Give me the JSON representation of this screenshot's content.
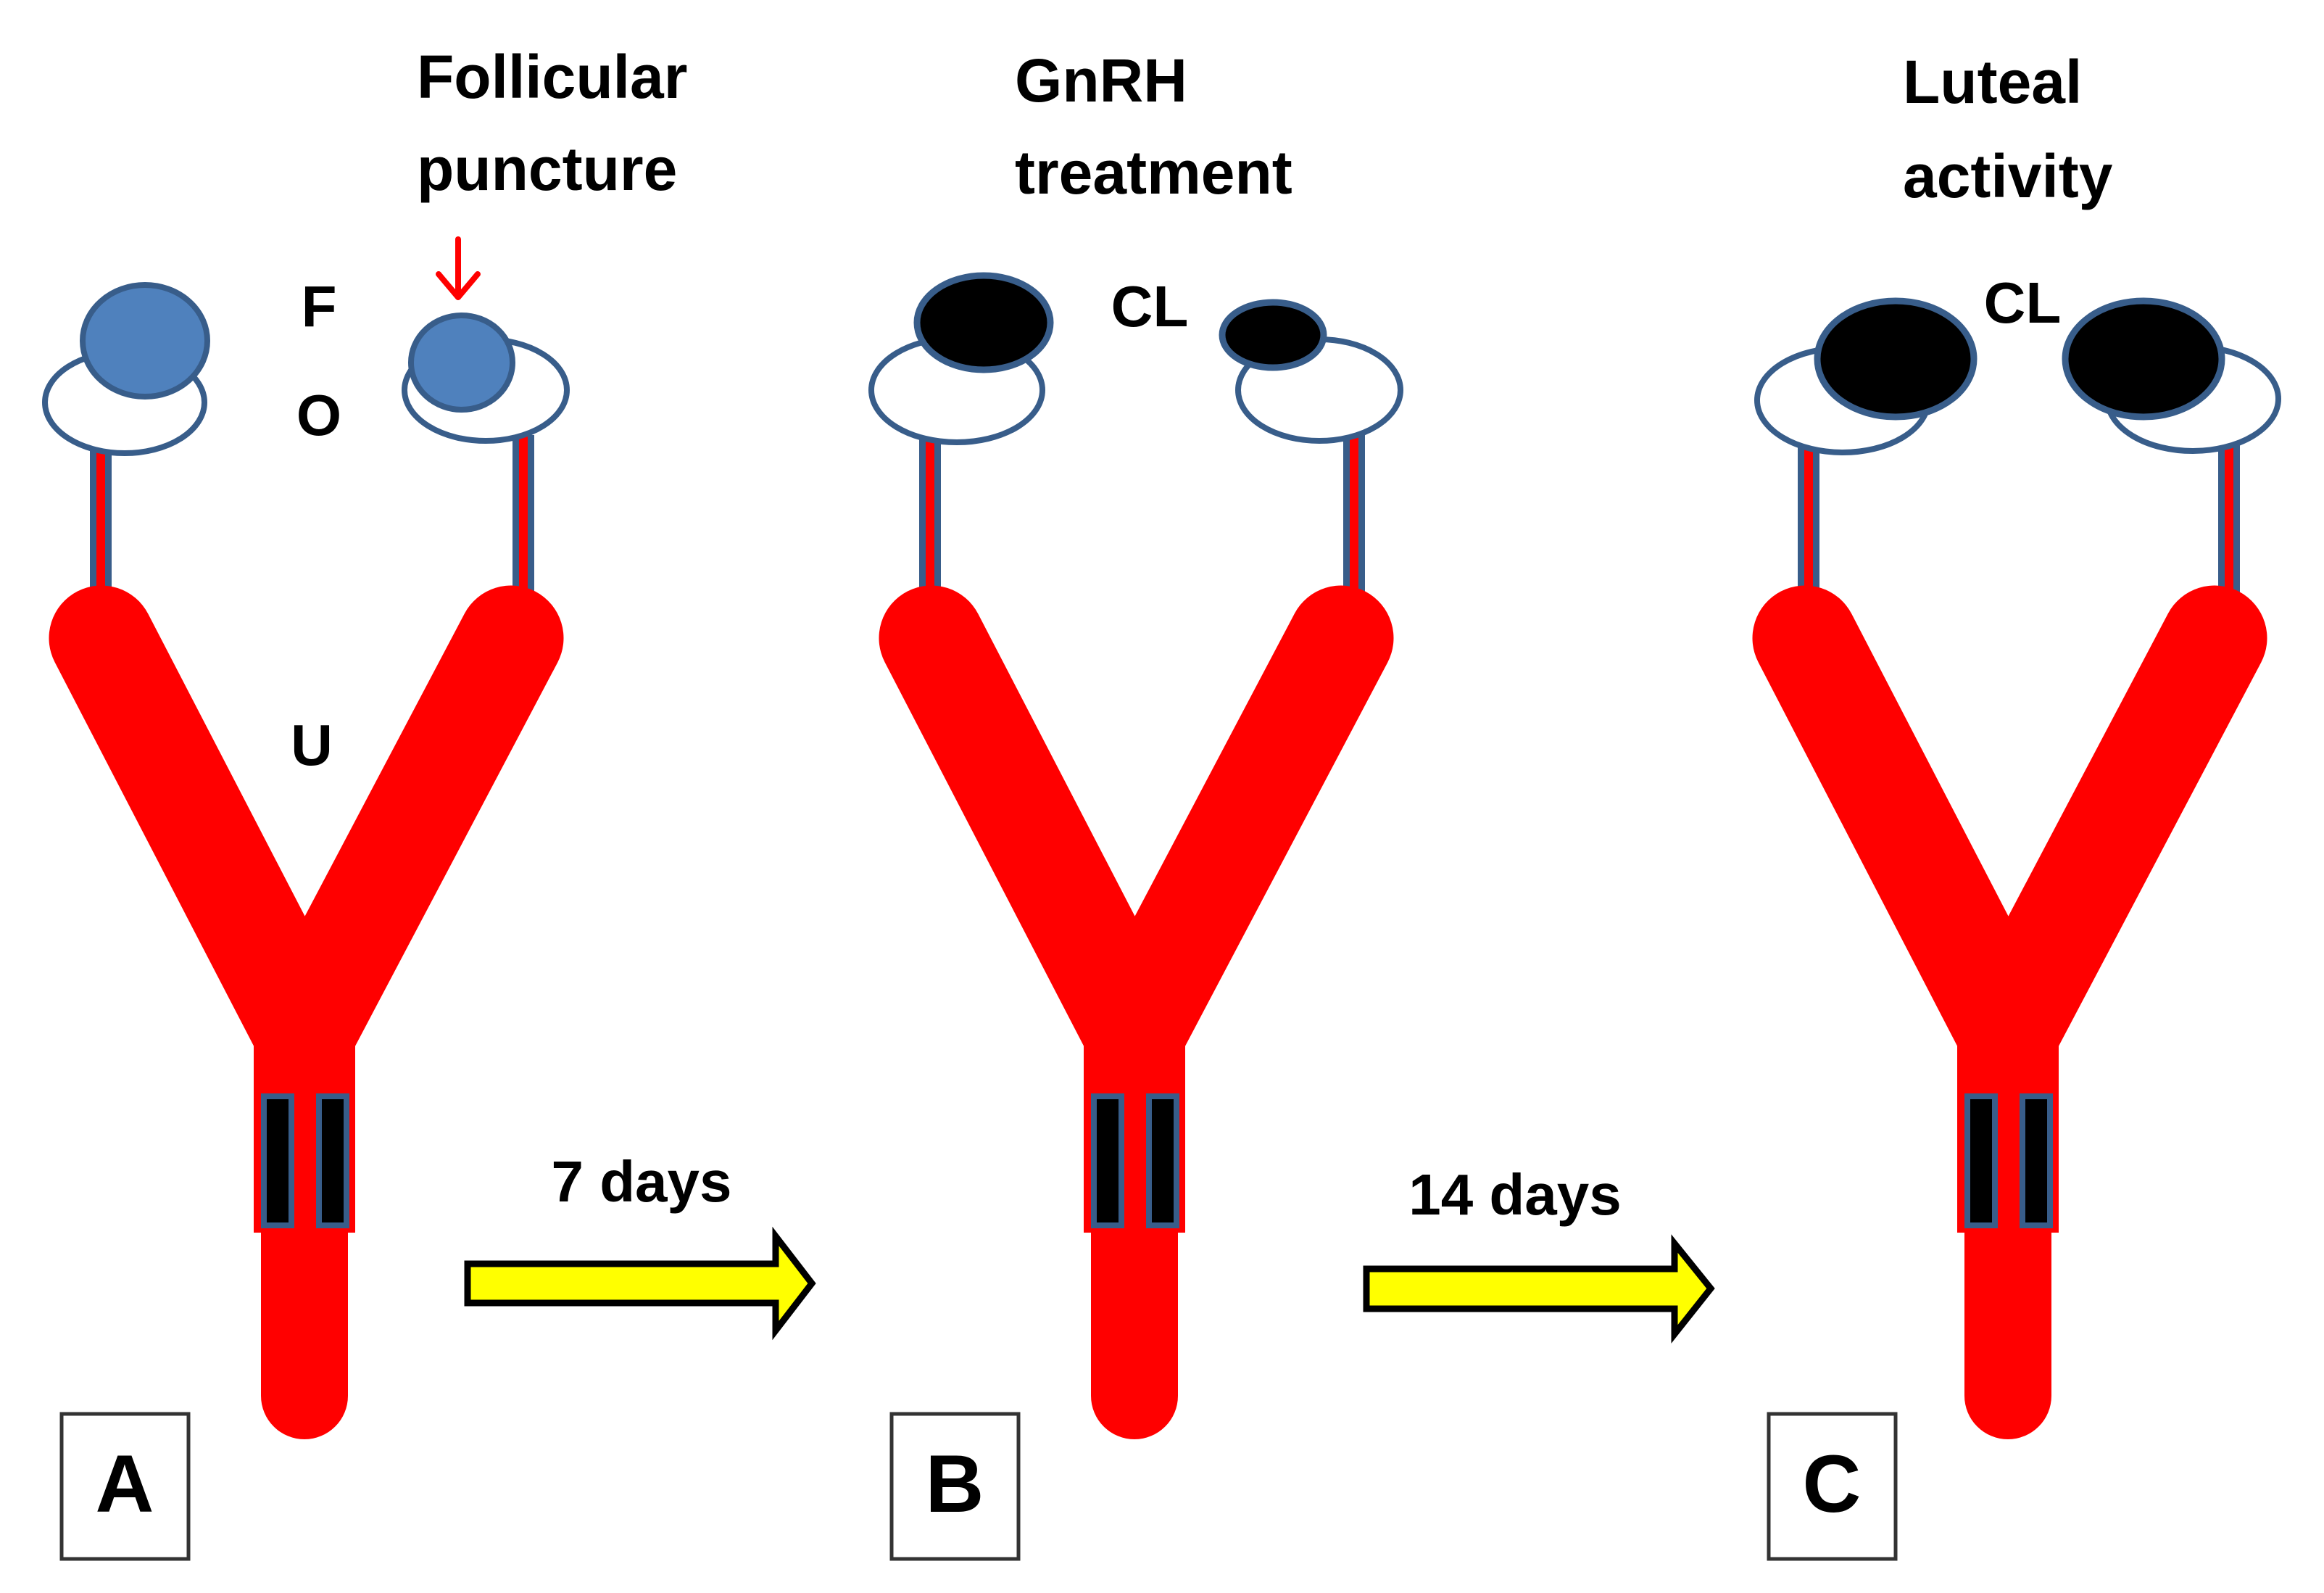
{
  "stages": [
    {
      "id": "A",
      "letter": "A",
      "heading_lines": [
        "Follicular",
        "puncture"
      ],
      "labels": {
        "follicle": "F",
        "ovary": "O",
        "uterus": "U"
      }
    },
    {
      "id": "B",
      "letter": "B",
      "heading_lines": [
        "GnRH",
        "treatment"
      ],
      "labels": {
        "corpus_luteum": "CL"
      }
    },
    {
      "id": "C",
      "letter": "C",
      "heading_lines": [
        "Luteal",
        "activity"
      ],
      "labels": {
        "corpus_luteum": "CL"
      }
    }
  ],
  "transitions": [
    {
      "label": "7 days"
    },
    {
      "label": "14 days"
    }
  ],
  "colors": {
    "uterus": "#ff0000",
    "follicle": "#4f81bd",
    "corpus_luteum": "#000000",
    "outline": "#385d8a",
    "arrow_fill": "#ffff00",
    "puncture_arrow": "#ff0000"
  }
}
